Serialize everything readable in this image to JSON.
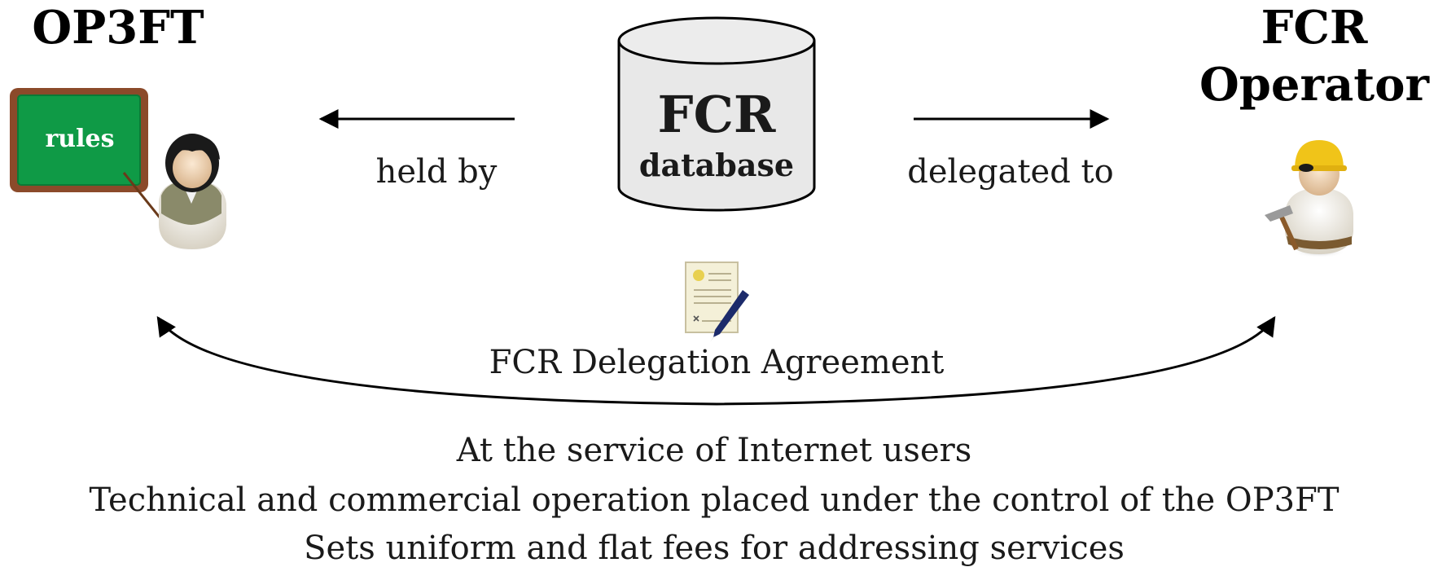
{
  "op3ft": {
    "title": "OP3FT",
    "board_text": "rules"
  },
  "fcr_operator": {
    "title_line1": "FCR",
    "title_line2": "Operator"
  },
  "database": {
    "title": "FCR",
    "subtitle": "database"
  },
  "arrows": {
    "left_label": "held by",
    "right_label": "delegated to"
  },
  "agreement": {
    "label": "FCR Delegation Agreement"
  },
  "footer": {
    "line1": "At the service of Internet users",
    "line2": "Technical and commercial operation placed under the control of the OP3FT",
    "line3": "Sets uniform and flat fees for addressing services"
  },
  "colors": {
    "board_green": "#0f9a46",
    "board_frame": "#8b4a2a",
    "helmet_yellow": "#f0c419",
    "cylinder_fill": "#e8e8e8",
    "ink": "#000000",
    "text": "#1a1a1a"
  }
}
